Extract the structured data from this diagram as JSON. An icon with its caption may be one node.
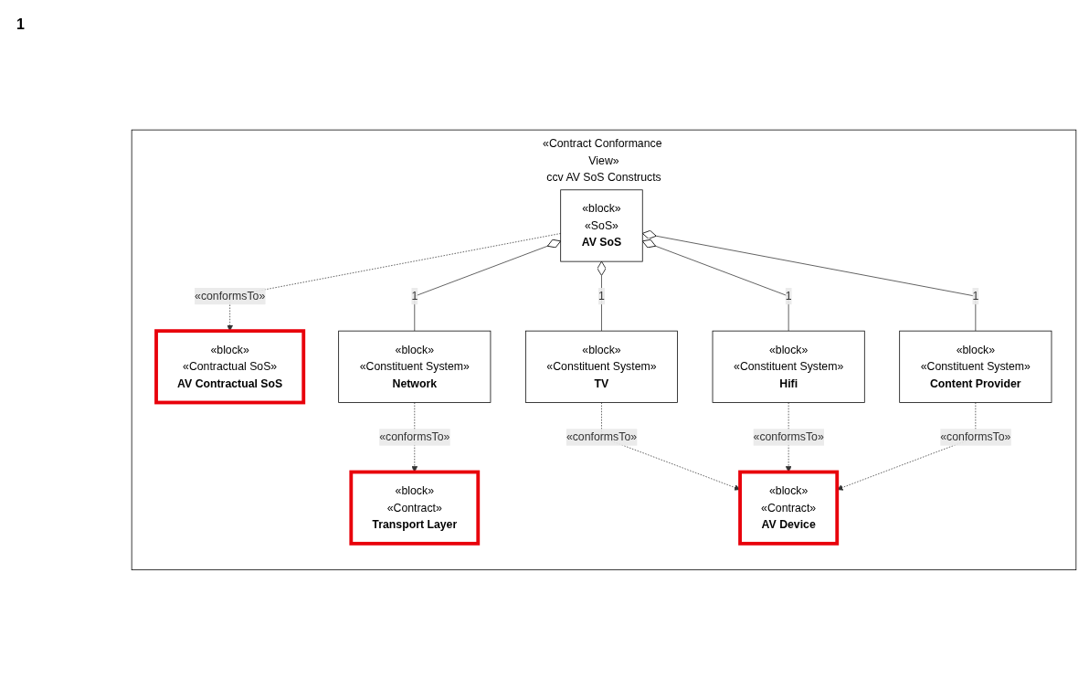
{
  "diagram": {
    "nodes": [
      {
        "text": [
          "«Contract Conformance View»",
          "ccv AV SoS Constructs"
        ]
      },
      {
        "text": [
          "«block»",
          "«SoS»",
          "AV SoS"
        ],
        "in": 0
      },
      {
        "text": [
          "«block»",
          "«Contractual SoS»",
          "AV Contractual SoS"
        ],
        "in": 0
      },
      {
        "text": [
          "«block»",
          "«Constituent System»",
          "TV"
        ],
        "in": 0
      },
      {
        "text": [
          "«block»",
          "«Constituent System»",
          "Network"
        ],
        "in": 0
      },
      {
        "text": [
          "«block»",
          "«Constituent System»",
          "Hifi"
        ],
        "in": 0
      },
      {
        "text": [
          "«block»",
          "«Constituent System»",
          "Content Provider"
        ],
        "in": 0
      },
      {
        "text": [
          "«block»",
          "«Contract»",
          "Transport Layer"
        ],
        "in": 0
      },
      {
        "text": [
          "«block»",
          "«Contract»",
          "AV Device"
        ],
        "in": 0
      }
    ],
    "edges": [
      {
        "from": 1,
        "to": 2,
        "arrow": "to",
        "style": "dashed",
        "label": "«conformsTo»"
      },
      {
        "from": 1,
        "to": 3,
        "arrow": "other",
        "label": "1"
      },
      {
        "from": 1,
        "to": 4,
        "arrow": "other",
        "label": "1"
      },
      {
        "from": 1,
        "to": 5,
        "arrow": "other",
        "label": "1"
      },
      {
        "from": 1,
        "to": 6,
        "arrow": "other",
        "label": "1"
      },
      {
        "from": 4,
        "to": 7,
        "arrow": "to",
        "style": "dashed",
        "label": "«conformsTo»"
      },
      {
        "from": 3,
        "to": 8,
        "arrow": "to",
        "style": "dashed",
        "label": "«conformsTo»"
      },
      {
        "from": 5,
        "to": 8,
        "arrow": "to",
        "style": "dashed",
        "label": "«conformsTo»"
      },
      {
        "from": 6,
        "to": 8,
        "arrow": "to",
        "style": "dashed",
        "label": "«conformsTo»"
      }
    ],
    "labels": [
      "1"
    ]
  }
}
